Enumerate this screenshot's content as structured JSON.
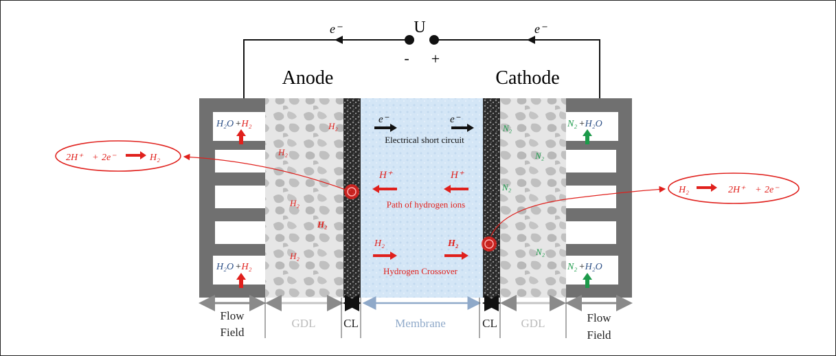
{
  "circuit": {
    "voltage": "U",
    "minus": "-",
    "plus": "+",
    "electron_left": "e⁻",
    "electron_right": "e⁻"
  },
  "titles": {
    "anode": "Anode",
    "cathode": "Cathode"
  },
  "anode": {
    "flow_top": {
      "water": "H₂O",
      "plus": "+",
      "h2": "H₂"
    },
    "flow_bottom": {
      "water": "H₂O",
      "plus": "+",
      "h2": "H₂"
    },
    "gdl_h2": [
      "H₂",
      "H₂",
      "H₂",
      "H₂",
      "H₂"
    ]
  },
  "cathode": {
    "flow_top": {
      "n2": "N₂",
      "plus": "+",
      "water": "H₂O"
    },
    "flow_bottom": {
      "n2": "N₂",
      "plus": "+",
      "water": "H₂O"
    },
    "gdl_n2": [
      "N₂",
      "N₂",
      "N₂",
      "N₂"
    ]
  },
  "membrane": {
    "short_circuit": {
      "e1": "e⁻",
      "e2": "e⁻",
      "label": "Electrical short circuit"
    },
    "ions": {
      "h1": "H⁺",
      "h2": "H⁺",
      "label": "Path of hydrogen ions"
    },
    "crossover": {
      "h1": "H₂",
      "h2": "H₂",
      "label": "Hydrogen Crossover"
    }
  },
  "reactions": {
    "left": [
      "2H⁺",
      "+",
      "2e⁻",
      "H₂"
    ],
    "right": [
      "H₂",
      "2H⁺",
      "+",
      "2e⁻"
    ]
  },
  "layers": [
    {
      "line1": "Flow",
      "line2": "Field",
      "color": "#222222"
    },
    {
      "line1": "GDL",
      "line2": "",
      "color": "#bbbbbb"
    },
    {
      "line1": "CL",
      "line2": "",
      "color": "#222222"
    },
    {
      "line1": "Membrane",
      "line2": "",
      "color": "#8fa9c9"
    },
    {
      "line1": "CL",
      "line2": "",
      "color": "#222222"
    },
    {
      "line1": "GDL",
      "line2": "",
      "color": "#bbbbbb"
    },
    {
      "line1": "Flow",
      "line2": "Field",
      "color": "#222222"
    }
  ],
  "colors": {
    "red": "#e0201c",
    "green": "#1c9a4a",
    "blue_text": "#2c4f86",
    "flow_field": "#707070",
    "gdl_bg": "#e6e6e6",
    "gdl_blob": "#bdbdbd",
    "membrane": "#d4e6f6",
    "cl": "#2a2a2a",
    "dim_gray": "#8a8a8a",
    "dim_blue": "#8fa9c9"
  }
}
